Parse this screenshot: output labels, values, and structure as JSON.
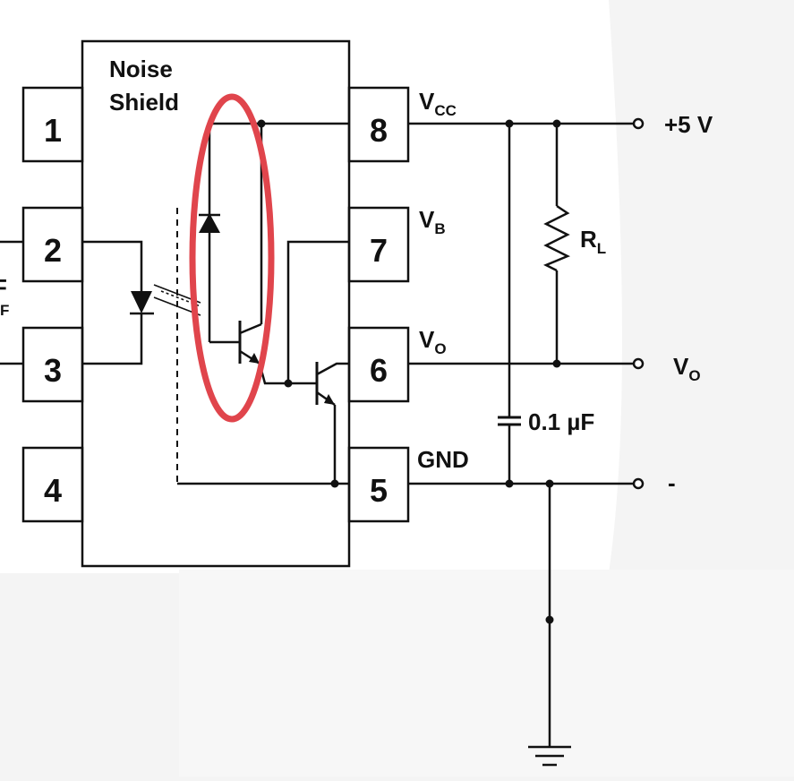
{
  "chip": {
    "title_line1": "Noise",
    "title_line2": "Shield"
  },
  "pins": {
    "p1": "1",
    "p2": "2",
    "p3": "3",
    "p4": "4",
    "p5": "5",
    "p6": "6",
    "p7": "7",
    "p8": "8"
  },
  "pin_labels": {
    "vcc_main": "V",
    "vcc_sub": "CC",
    "vb_main": "V",
    "vb_sub": "B",
    "vo_main": "V",
    "vo_sub": "O",
    "gnd": "GND"
  },
  "left_label": {
    "main": "F",
    "sub": "F"
  },
  "external": {
    "plus5v": "+5 V",
    "rl_main": "R",
    "rl_sub": "L",
    "cap": "0.1 µF",
    "vo_out_main": "V",
    "vo_out_sub": "O",
    "minus": "-"
  },
  "colors": {
    "background": "#f4f4f4",
    "panel": "#ffffff",
    "line": "#111111",
    "highlight": "#e0454c"
  }
}
